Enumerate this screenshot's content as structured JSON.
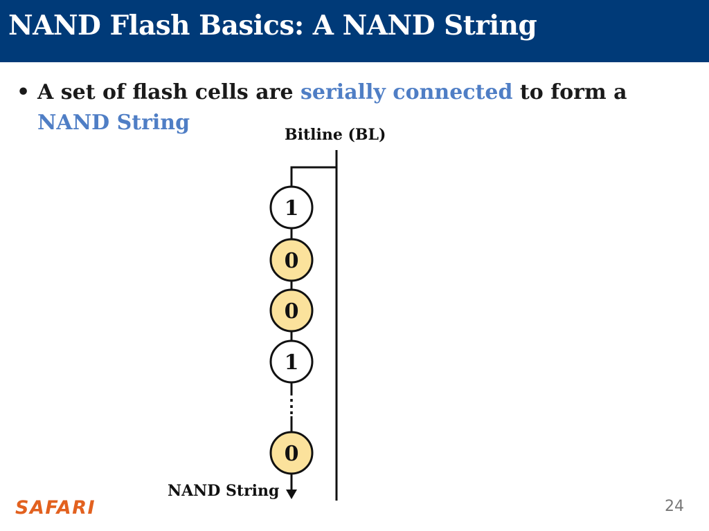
{
  "slide": {
    "title": "NAND Flash Basics: A NAND String",
    "bullet": {
      "pre": "A set of flash cells are ",
      "highlight1": "serially connected",
      "mid": " to form a ",
      "highlight2": "NAND String"
    },
    "page_number": "24",
    "logo_text": "SAFARI"
  },
  "diagram": {
    "bitline_label": "Bitline (BL)",
    "string_label": "NAND String",
    "ellipsis": "⋮",
    "cells": [
      {
        "value": "1",
        "highlighted": false
      },
      {
        "value": "0",
        "highlighted": true
      },
      {
        "value": "0",
        "highlighted": true
      },
      {
        "value": "1",
        "highlighted": false
      },
      {
        "value": "0",
        "highlighted": true
      }
    ]
  },
  "colors": {
    "title_bar": "#003a78",
    "highlight_text": "#4f7ec5",
    "cell_fill_highlighted": "#fbe29c",
    "cell_fill_plain": "#ffffff",
    "logo": "#e2611f"
  }
}
